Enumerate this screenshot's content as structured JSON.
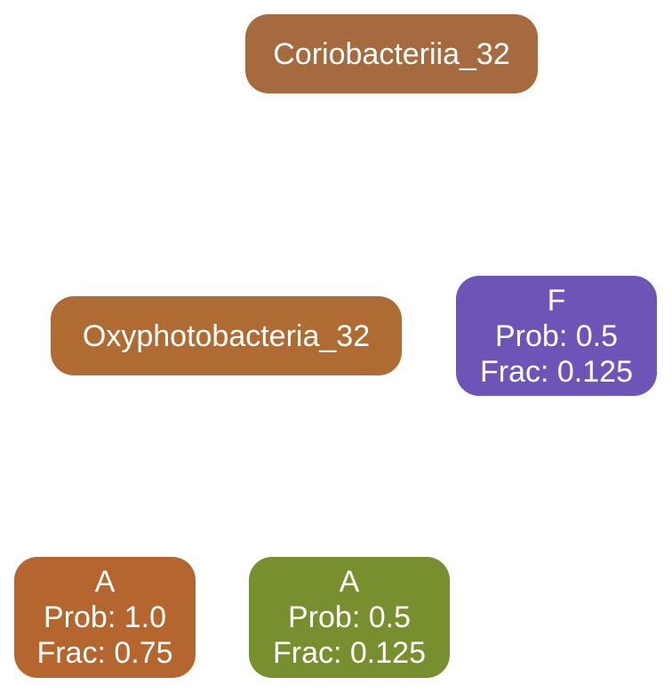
{
  "nodes": {
    "coriobacteriia": {
      "label": "Coriobacteriia_32",
      "color": "#A56A3D"
    },
    "oxyphotobacteria": {
      "label": "Oxyphotobacteria_32",
      "color": "#B06B32"
    },
    "f_node": {
      "name": "F",
      "prob": "Prob: 0.5",
      "frac": "Frac: 0.125",
      "color": "#6D55B8"
    },
    "a_node_1": {
      "name": "A",
      "prob": "Prob: 1.0",
      "frac": "Frac: 0.75",
      "color": "#B5652E"
    },
    "a_node_2": {
      "name": "A",
      "prob": "Prob: 0.5",
      "frac": "Frac: 0.125",
      "color": "#788F2F"
    }
  }
}
